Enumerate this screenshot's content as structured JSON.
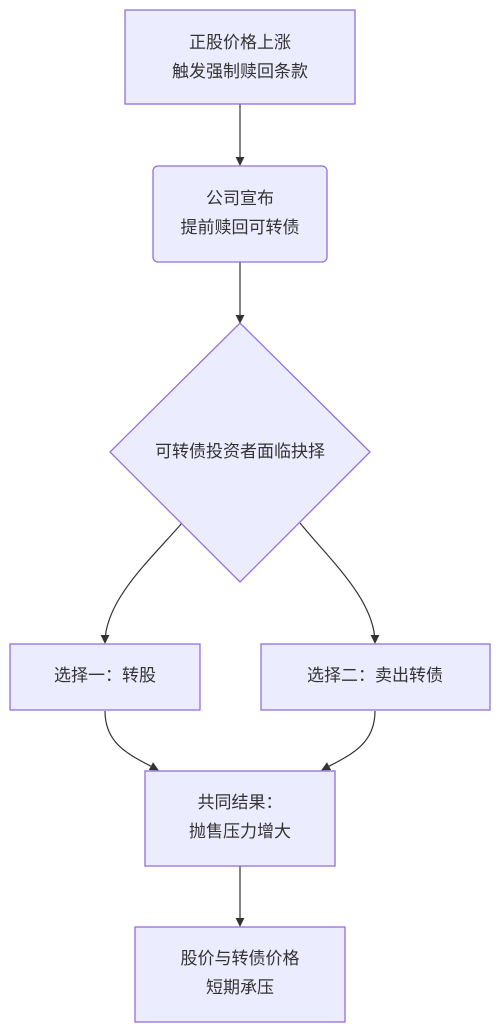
{
  "nodes": {
    "trigger": {
      "line1": "正股价格上涨",
      "line2": "触发强制赎回条款"
    },
    "announce": {
      "line1": "公司宣布",
      "line2": "提前赎回可转债"
    },
    "decision": {
      "line1": "可转债投资者面临抉择"
    },
    "option1": {
      "line1": "选择一：转股"
    },
    "option2": {
      "line1": "选择二：卖出转债"
    },
    "result": {
      "line1": "共同结果：",
      "line2": "抛售压力增大"
    },
    "outcome": {
      "line1": "股价与转债价格",
      "line2": "短期承压"
    }
  },
  "colors": {
    "node_fill": "#ECECFF",
    "node_stroke": "#9370DB",
    "edge": "#333333",
    "text": "#333333"
  }
}
